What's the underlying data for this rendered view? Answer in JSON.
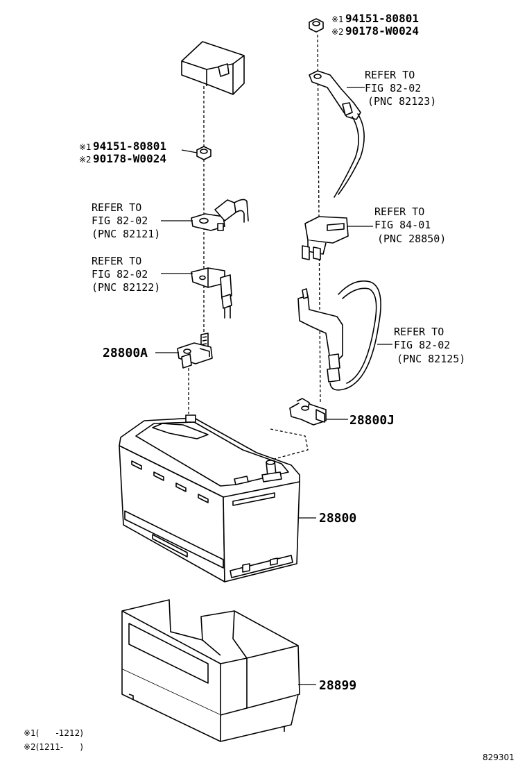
{
  "top_right_nut": {
    "mark1": "※1",
    "pn1": "94151-80801",
    "mark2": "※2",
    "pn2": "90178-W0024"
  },
  "left_nut": {
    "mark1": "※1",
    "pn1": "94151-80801",
    "mark2": "※2",
    "pn2": "90178-W0024"
  },
  "ref_82123": {
    "l1": "REFER TO",
    "l2": "FIG 82-02",
    "l3": "(PNC 82123)"
  },
  "ref_82121": {
    "l1": "REFER TO",
    "l2": "FIG 82-02",
    "l3": "(PNC 82121)"
  },
  "ref_82122": {
    "l1": "REFER TO",
    "l2": "FIG 82-02",
    "l3": "(PNC 82122)"
  },
  "ref_28850": {
    "l1": "REFER TO",
    "l2": "FIG 84-01",
    "l3": "(PNC 28850)"
  },
  "ref_82125": {
    "l1": "REFER TO",
    "l2": "FIG 82-02",
    "l3": "(PNC 82125)"
  },
  "parts": {
    "terminal_a": "28800A",
    "terminal_j": "28800J",
    "battery": "28800",
    "tray": "28899"
  },
  "notes": {
    "n1": "※1(　　-1212)",
    "n2": "※2(1211-　　)"
  },
  "figure_id": "829301"
}
